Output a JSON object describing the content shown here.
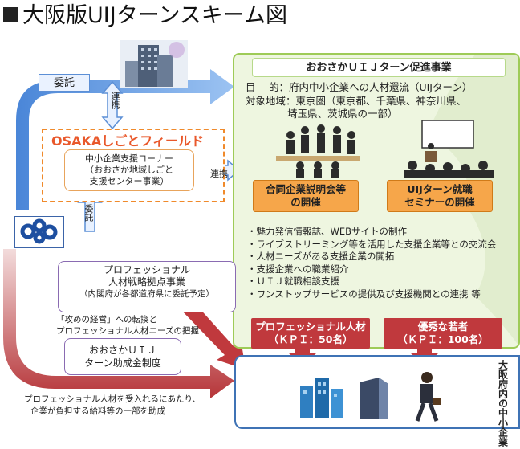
{
  "title": "大阪版UIJターンスキーム図",
  "itaku_top": "委託",
  "itaku_mid": "委託",
  "renkei_vertical": "連携",
  "renkei_horizontal": "連携",
  "osaka_shigoto_field": {
    "brand": "OSAKAしごとフィールド",
    "corner_line1": "中小企業支援コーナー",
    "corner_line2": "（おおさか地域しごと",
    "corner_line3": "支援センター事業）"
  },
  "project": {
    "header": "おおさかＵＩＪターン促進事業",
    "purpose": "目　 的：府内中小企業への人材還流（UIJターン）",
    "region_line1": "対象地域：東京圏（東京都、千葉県、神奈川県、",
    "region_line2": "埼玉県、茨城県の一部）",
    "event1_line1": "合同企業説明会等",
    "event1_line2": "の開催",
    "event2_line1": "UIJターン就職",
    "event2_line2": "セミナーの開催",
    "bullets": [
      "・魅力発信情報誌、WEBサイトの制作",
      "・ライブストリーミング等を活用した支援企業等との交流会",
      "・人材ニーズがある支援企業の開拓",
      "・支援企業への職業紹介",
      "・ＵＩＪ就職相談支援",
      "・ワンストップサービスの提供及び支援機関との連携 等"
    ],
    "kpi1_line1": "プロフェッショナル人材",
    "kpi1_line2": "（ＫＰＩ：50名）",
    "kpi2_line1": "優秀な若者",
    "kpi2_line2": "（ＫＰＩ：100名）"
  },
  "professional": {
    "line1": "プロフェッショナル",
    "line2": "人材戦略拠点事業",
    "line3": "（内閣府が各都道府県に委託予定）",
    "note1": "「攻めの経営」への転換と",
    "note2": "プロフェッショナル人材ニーズの把握"
  },
  "grant": {
    "line1": "おおさかＵＩＪ",
    "line2": "ターン助成金制度",
    "note1": "プロフェッショナル人材を受入れるにあたり、",
    "note2": "企業が負担する給料等の一部を助成"
  },
  "companies_label": "大阪府内の中小企業",
  "colors": {
    "green": "#9ecb57",
    "orange": "#f6a64a",
    "red": "#c0393d",
    "blue": "#3f73b5",
    "arrow_blue": "#5c8fd6"
  },
  "icons": [
    "office-building-photo",
    "audience-meeting-icon",
    "seminar-icon",
    "city-buildings-icon",
    "office-tower-icon",
    "businessman-icon",
    "osaka-logo-icon"
  ]
}
